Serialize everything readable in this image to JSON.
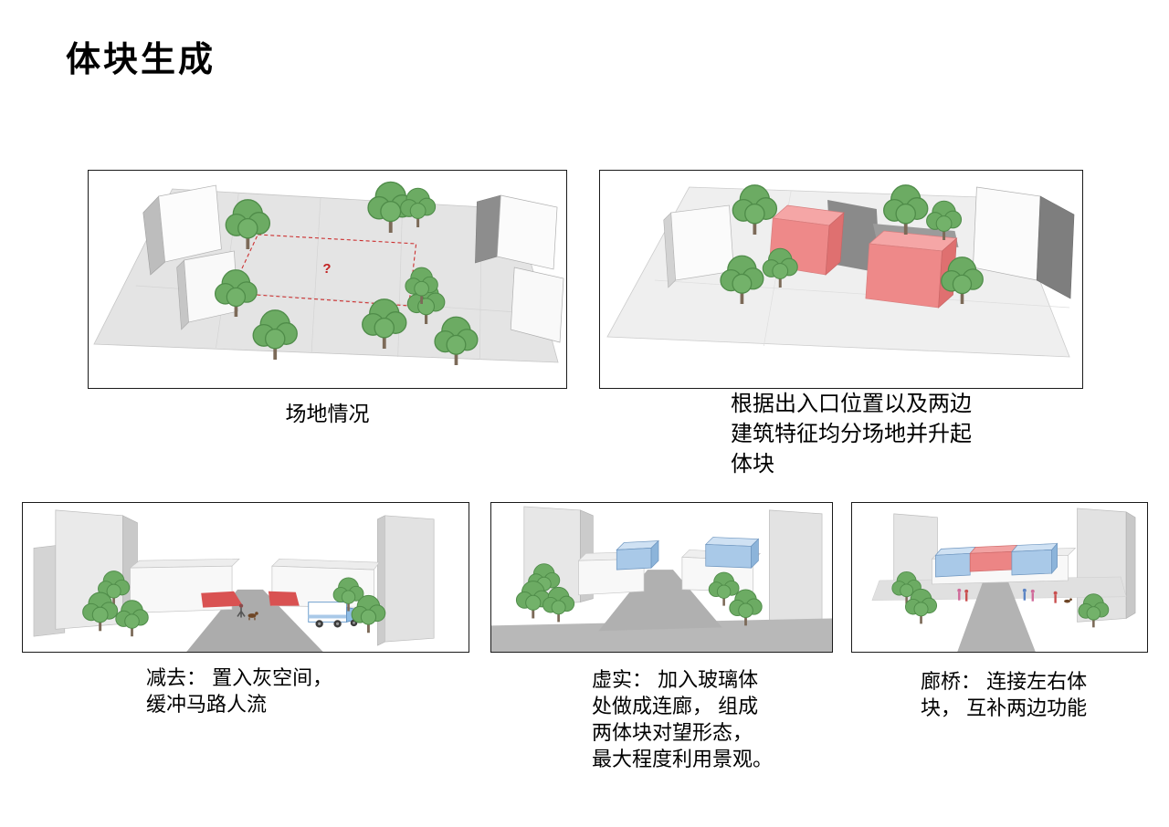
{
  "page": {
    "title": "体块生成",
    "question_mark": "?"
  },
  "colors": {
    "massing_pink": "#ee8989",
    "glass_blue": "#a9c9e8",
    "bridge_red": "#ec8585",
    "dashed_outline_red": "#cc3030",
    "tree_green": "#6cab63",
    "ground_gray": "#e4e4e4",
    "road_gray": "#acacac"
  },
  "panels": [
    {
      "name": "site",
      "caption": "场地情况"
    },
    {
      "name": "massing",
      "caption": "根据出入口位置以及两边\n建筑特征均分场地并升起\n体块"
    },
    {
      "name": "subtract",
      "caption": "减去： 置入灰空间，\n缓冲马路人流"
    },
    {
      "name": "glass",
      "caption": "虚实： 加入玻璃体\n处做成连廊， 组成\n两体块对望形态，\n最大程度利用景观。"
    },
    {
      "name": "bridge",
      "caption": "廊桥： 连接左右体\n块， 互补两边功能"
    }
  ]
}
